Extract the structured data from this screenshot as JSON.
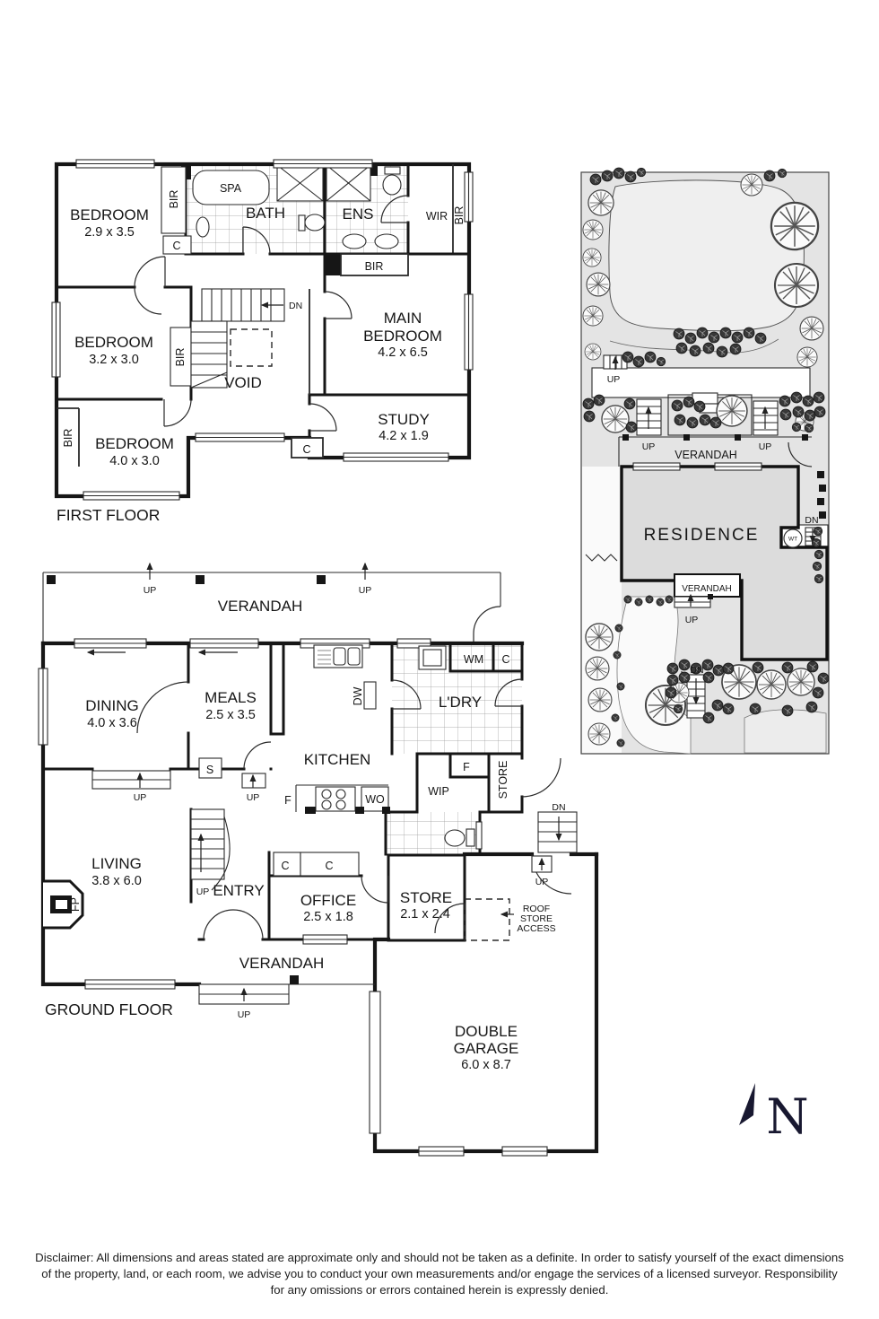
{
  "first_floor": {
    "title": "FIRST FLOOR",
    "bedroom1": {
      "name": "BEDROOM",
      "dim": "2.9 x 3.5"
    },
    "bedroom2": {
      "name": "BEDROOM",
      "dim": "3.2 x 3.0"
    },
    "bedroom3": {
      "name": "BEDROOM",
      "dim": "4.0 x 3.0"
    },
    "main_bedroom": {
      "name1": "MAIN",
      "name2": "BEDROOM",
      "dim": "4.2 x 6.5"
    },
    "study": {
      "name": "STUDY",
      "dim": "4.2 x 1.9"
    },
    "bath": "BATH",
    "ens": "ENS",
    "wir": "WIR",
    "spa": "SPA",
    "void": "VOID",
    "bir": "BIR",
    "c": "C",
    "dn": "DN"
  },
  "ground_floor": {
    "title": "GROUND FLOOR",
    "verandah": "VERANDAH",
    "verandah2": "VERANDAH",
    "dining": {
      "name": "DINING",
      "dim": "4.0 x 3.6"
    },
    "meals": {
      "name": "MEALS",
      "dim": "2.5 x 3.5"
    },
    "kitchen": "KITCHEN",
    "laundry": "L'DRY",
    "living": {
      "name": "LIVING",
      "dim": "3.8 x 6.0"
    },
    "entry": "ENTRY",
    "office": {
      "name": "OFFICE",
      "dim": "2.5 x 1.8"
    },
    "store": {
      "name": "STORE",
      "dim": "2.1 x 2.4"
    },
    "store2": "STORE",
    "garage": {
      "name1": "DOUBLE",
      "name2": "GARAGE",
      "dim": "6.0 x 8.7"
    },
    "wip": "WIP",
    "wm": "WM",
    "dw": "DW",
    "wo": "WO",
    "c": "C",
    "f": "F",
    "s": "S",
    "fp": "FP",
    "up": "UP",
    "dn": "DN",
    "roof_access": {
      "l1": "ROOF",
      "l2": "STORE",
      "l3": "ACCESS"
    }
  },
  "site_plan": {
    "residence": "RESIDENCE",
    "verandah": "VERANDAH",
    "verandah2": "VERANDAH",
    "up": "UP",
    "dn": "DN",
    "wt": "WT"
  },
  "compass": {
    "north": "N"
  },
  "colors": {
    "site_bg": "#e4e4e4",
    "lawn": "#efefef",
    "residence_fill": "#dcdcdc",
    "ink": "#161616",
    "north_navy": "#181830"
  },
  "disclaimer": {
    "line1": "Disclaimer: All dimensions and areas stated are approximate only and should not be taken as a definite. In order to satisfy yourself of the exact dimensions",
    "line2": "of the property, land, or each room, we advise you to conduct your own measurements and/or engage the services of a licensed surveyor. Responsibility",
    "line3": "for any omissions or errors contained herein is expressly denied."
  }
}
